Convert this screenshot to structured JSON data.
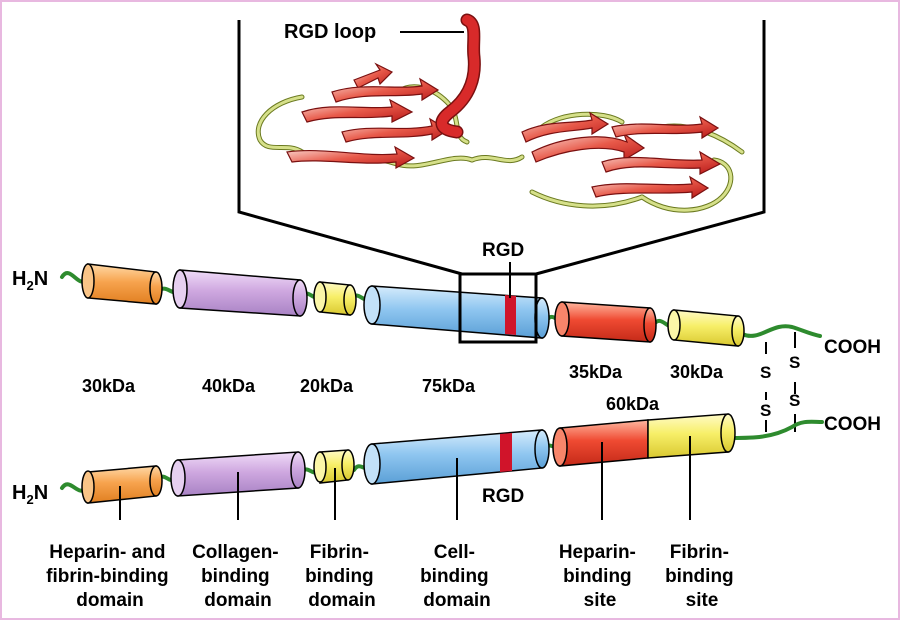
{
  "structure": {
    "callout_label": "RGD loop",
    "rgd_top": "RGD",
    "rgd_bottom": "RGD"
  },
  "chains": {
    "n_terminus": {
      "main": "H",
      "sub": "2",
      "tail": "N"
    },
    "c_terminus": "COOH",
    "disulfide": [
      "S",
      "S",
      "S",
      "S"
    ]
  },
  "fragments": {
    "heparin_fibrin": "30kDa",
    "collagen": "40kDa",
    "fibrin_small": "20kDa",
    "cell_binding": "75kDa",
    "heparin_site": "35kDa",
    "fibrin_site": "30kDa",
    "combined_c_term": "60kDa"
  },
  "domains": {
    "heparin_fibrin": [
      "Heparin- and",
      "fibrin-binding",
      "domain"
    ],
    "collagen": [
      "Collagen-",
      "binding",
      "domain"
    ],
    "fibrin": [
      "Fibrin-",
      "binding",
      "domain"
    ],
    "cell": [
      "Cell-",
      "binding",
      "domain"
    ],
    "heparin_site": [
      "Heparin-",
      "binding",
      "site"
    ],
    "fibrin_site": [
      "Fibrin-",
      "binding",
      "site"
    ]
  },
  "colors": {
    "orange": "#f7a34e",
    "violet": "#cfa8e0",
    "yellow": "#f7ef68",
    "blue": "#8fc6f0",
    "red": "#ef4a32",
    "linker": "#2e8b2e",
    "rgd_band": "#d0142a",
    "ribbon_red": "#d82a2a",
    "coil": "#d6e08a",
    "frame": "#e8b8e0"
  }
}
